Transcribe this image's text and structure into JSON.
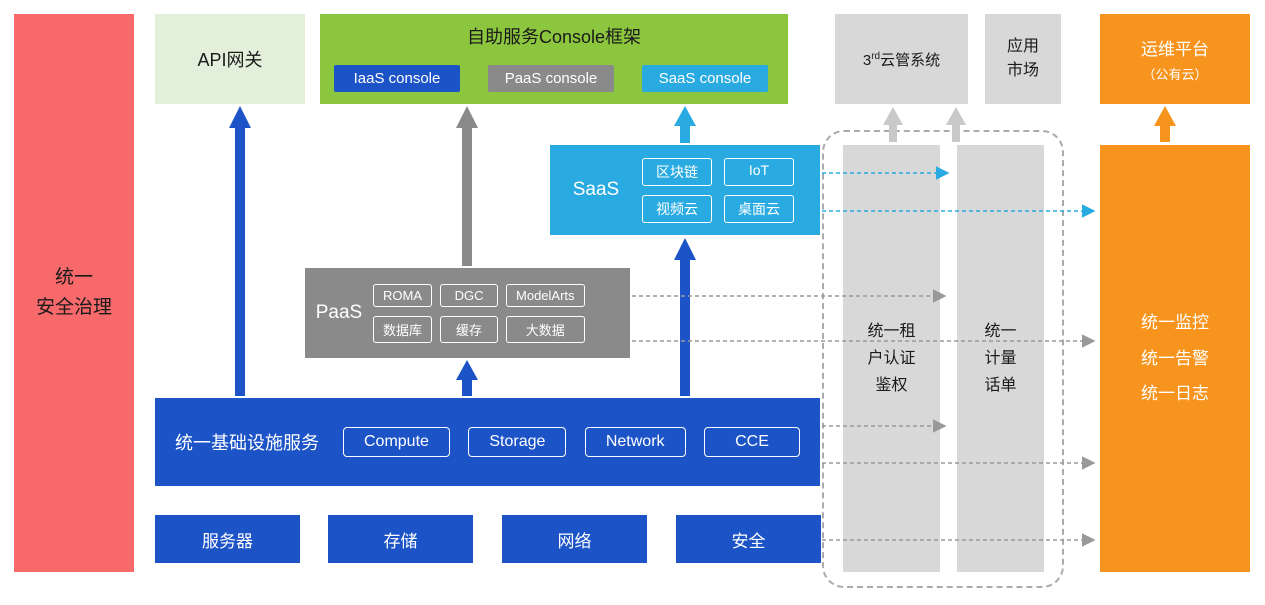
{
  "colors": {
    "blue": "#1C54C8",
    "cyan": "#29ABE2",
    "green": "#8CC63F",
    "light_green": "#E2EFDA",
    "gray": "#8A8A8A",
    "light_gray": "#D8D8D8",
    "orange": "#F7941E",
    "red": "#F8696B"
  },
  "security_bar": {
    "label": "统一\n安全治理"
  },
  "api_gateway": {
    "label": "API网关"
  },
  "console_frame": {
    "title": "自助服务Console框架",
    "chips": [
      {
        "label": "IaaS console"
      },
      {
        "label": "PaaS console"
      },
      {
        "label": "SaaS console"
      }
    ]
  },
  "third_party_cloud": {
    "prefix": "3",
    "sup": "rd",
    "suffix": "云管系统"
  },
  "app_market": {
    "label": "应用\n市场"
  },
  "om_platform": {
    "line1": "运维平台",
    "line2": "（公有云）"
  },
  "saas": {
    "label": "SaaS",
    "items": [
      "区块链",
      "IoT",
      "视频云",
      "桌面云"
    ]
  },
  "paas": {
    "label": "PaaS",
    "items": [
      "ROMA",
      "DGC",
      "ModelArts",
      "数据库",
      "缓存",
      "大数据"
    ]
  },
  "iaas": {
    "label": "统一基础设施服务",
    "items": [
      "Compute",
      "Storage",
      "Network",
      "CCE"
    ]
  },
  "infrastructure_row": [
    "服务器",
    "存储",
    "网络",
    "安全"
  ],
  "auth_bar": {
    "label": "统一租\n户认证\n鉴权"
  },
  "billing_bar": {
    "label": "统一\n计量\n话单"
  },
  "monitor_bar": {
    "label": "统一监控\n统一告警\n统一日志"
  }
}
